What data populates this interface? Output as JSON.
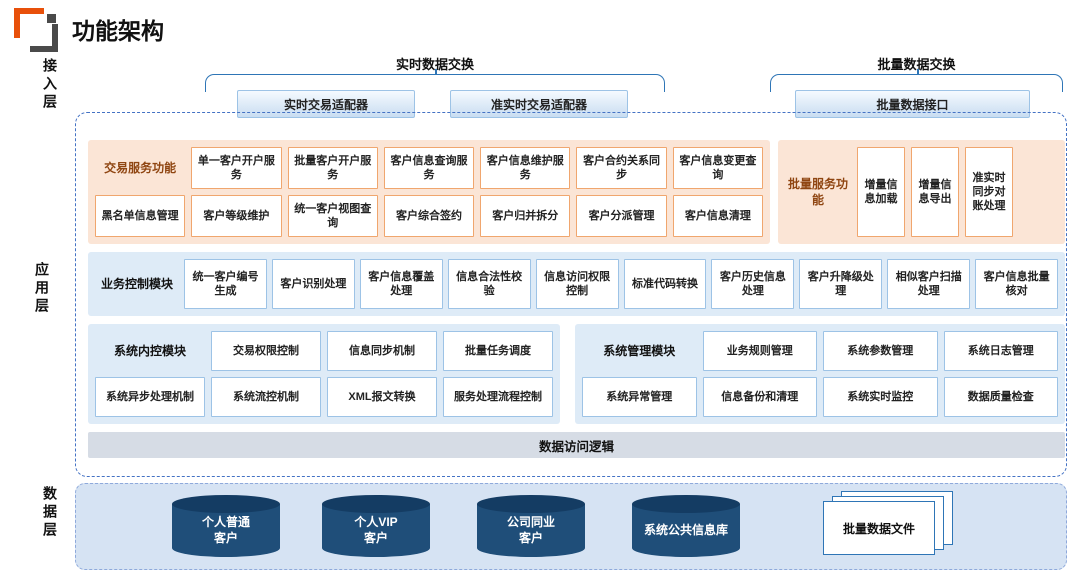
{
  "header": {
    "title": "功能架构"
  },
  "layers": {
    "access": "接入层",
    "application": "应用层",
    "data": "数据层"
  },
  "access": {
    "realtime": {
      "title": "实时数据交换",
      "boxes": [
        "实时交易适配器",
        "准实时交易适配器"
      ]
    },
    "batch": {
      "title": "批量数据交换",
      "boxes": [
        "批量数据接口"
      ]
    }
  },
  "app": {
    "transaction": {
      "label": "交易服务功能",
      "row1": [
        "单一客户开户服务",
        "批量客户开户服务",
        "客户信息查询服务",
        "客户信息维护服务",
        "客户合约关系同步",
        "客户信息变更查询"
      ],
      "row2": [
        "黑名单信息管理",
        "客户等级维护",
        "统一客户视图查询",
        "客户综合签约",
        "客户归并拆分",
        "客户分派管理",
        "客户信息清理"
      ]
    },
    "batch_service": {
      "label": "批量服务功能",
      "items": [
        "增量信息加载",
        "增量信息导出",
        "准实时同步对账处理"
      ]
    },
    "business_control": {
      "label": "业务控制模块",
      "items": [
        "统一客户编号生成",
        "客户识别处理",
        "客户信息覆盖处理",
        "信息合法性校验",
        "信息访问权限控制",
        "标准代码转换",
        "客户历史信息处理",
        "客户升降级处理",
        "相似客户扫描处理",
        "客户信息批量核对"
      ]
    },
    "system_control": {
      "label": "系统内控模块",
      "row1": [
        "交易权限控制",
        "信息同步机制",
        "批量任务调度"
      ],
      "row2": [
        "系统异步处理机制",
        "系统流控机制",
        "XML报文转换",
        "服务处理流程控制"
      ]
    },
    "system_management": {
      "label": "系统管理模块",
      "row1": [
        "业务规则管理",
        "系统参数管理",
        "系统日志管理"
      ],
      "row2": [
        "系统异常管理",
        "信息备份和清理",
        "系统实时监控",
        "数据质量检查"
      ]
    },
    "data_access": "数据访问逻辑"
  },
  "data_layer": {
    "databases": [
      "个人普通\n客户",
      "个人VIP\n客户",
      "公司同业\n客户",
      "系统公共信息库"
    ],
    "files": "批量数据文件"
  },
  "colors": {
    "accent_blue": "#2E75B6",
    "orange_bg": "#FBE5D6",
    "orange_border": "#F0A66E",
    "orange_text": "#8F4511",
    "blue_bg": "#DEEBF7",
    "blue_border": "#9DC3E6",
    "navy_cylinder": "#1F4E79",
    "gray_bar": "#D6DCE5"
  }
}
